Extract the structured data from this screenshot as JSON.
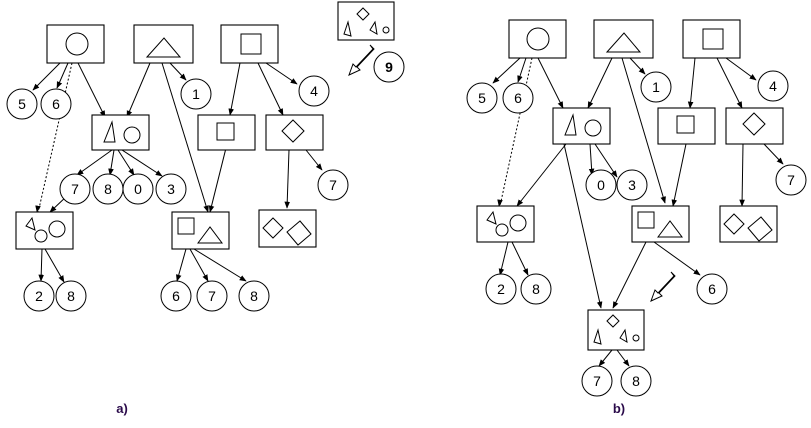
{
  "accent_color": "#5a1a6a",
  "panels": [
    {
      "id": "a",
      "caption": "a)",
      "new_object_number": "9",
      "circles": [
        "5",
        "6",
        "1",
        "4",
        "7",
        "8",
        "0",
        "3",
        "7",
        "2",
        "8",
        "6",
        "7",
        "8"
      ]
    },
    {
      "id": "b",
      "caption": "b)",
      "circles": [
        "5",
        "6",
        "1",
        "4",
        "0",
        "3",
        "7",
        "2",
        "8",
        "6",
        "7",
        "8"
      ]
    }
  ]
}
